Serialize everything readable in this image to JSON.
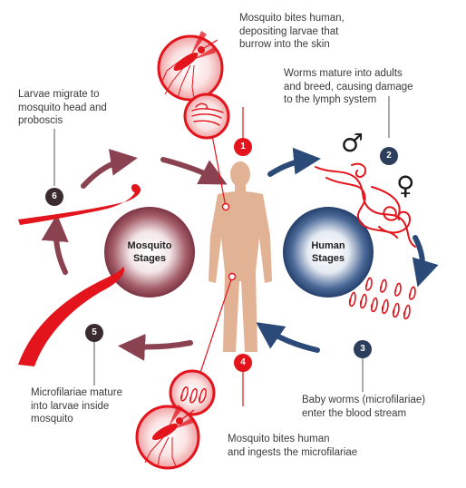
{
  "steps": [
    {
      "num": "1",
      "text": "Mosquito bites human,\ndepositing larvae that\nburrow into the skin"
    },
    {
      "num": "2",
      "text": "Worms mature into adults\nand breed, causing damage\nto the lymph system"
    },
    {
      "num": "3",
      "text": "Baby worms (microfilariae)\nenter the blood stream"
    },
    {
      "num": "4",
      "text": "Mosquito bites human\nand ingests the microfilariae"
    },
    {
      "num": "5",
      "text": "Microfilariae mature\ninto larvae inside\nmosquito"
    },
    {
      "num": "6",
      "text": "Larvae migrate to\nmosquito head and\nproboscis"
    }
  ],
  "stages": {
    "mosquito": "Mosquito\nStages",
    "human": "Human\nStages"
  },
  "symbols": {
    "male": "♂",
    "female": "♀"
  },
  "colors": {
    "red": "#e3141c",
    "mosquito_circle": "#8a4250",
    "human_circle": "#2c4a78",
    "badge_red": "#e3141c",
    "badge_navy": "#2c3e5c",
    "badge_dark": "#3b2b2f",
    "skin": "#e2b295"
  }
}
